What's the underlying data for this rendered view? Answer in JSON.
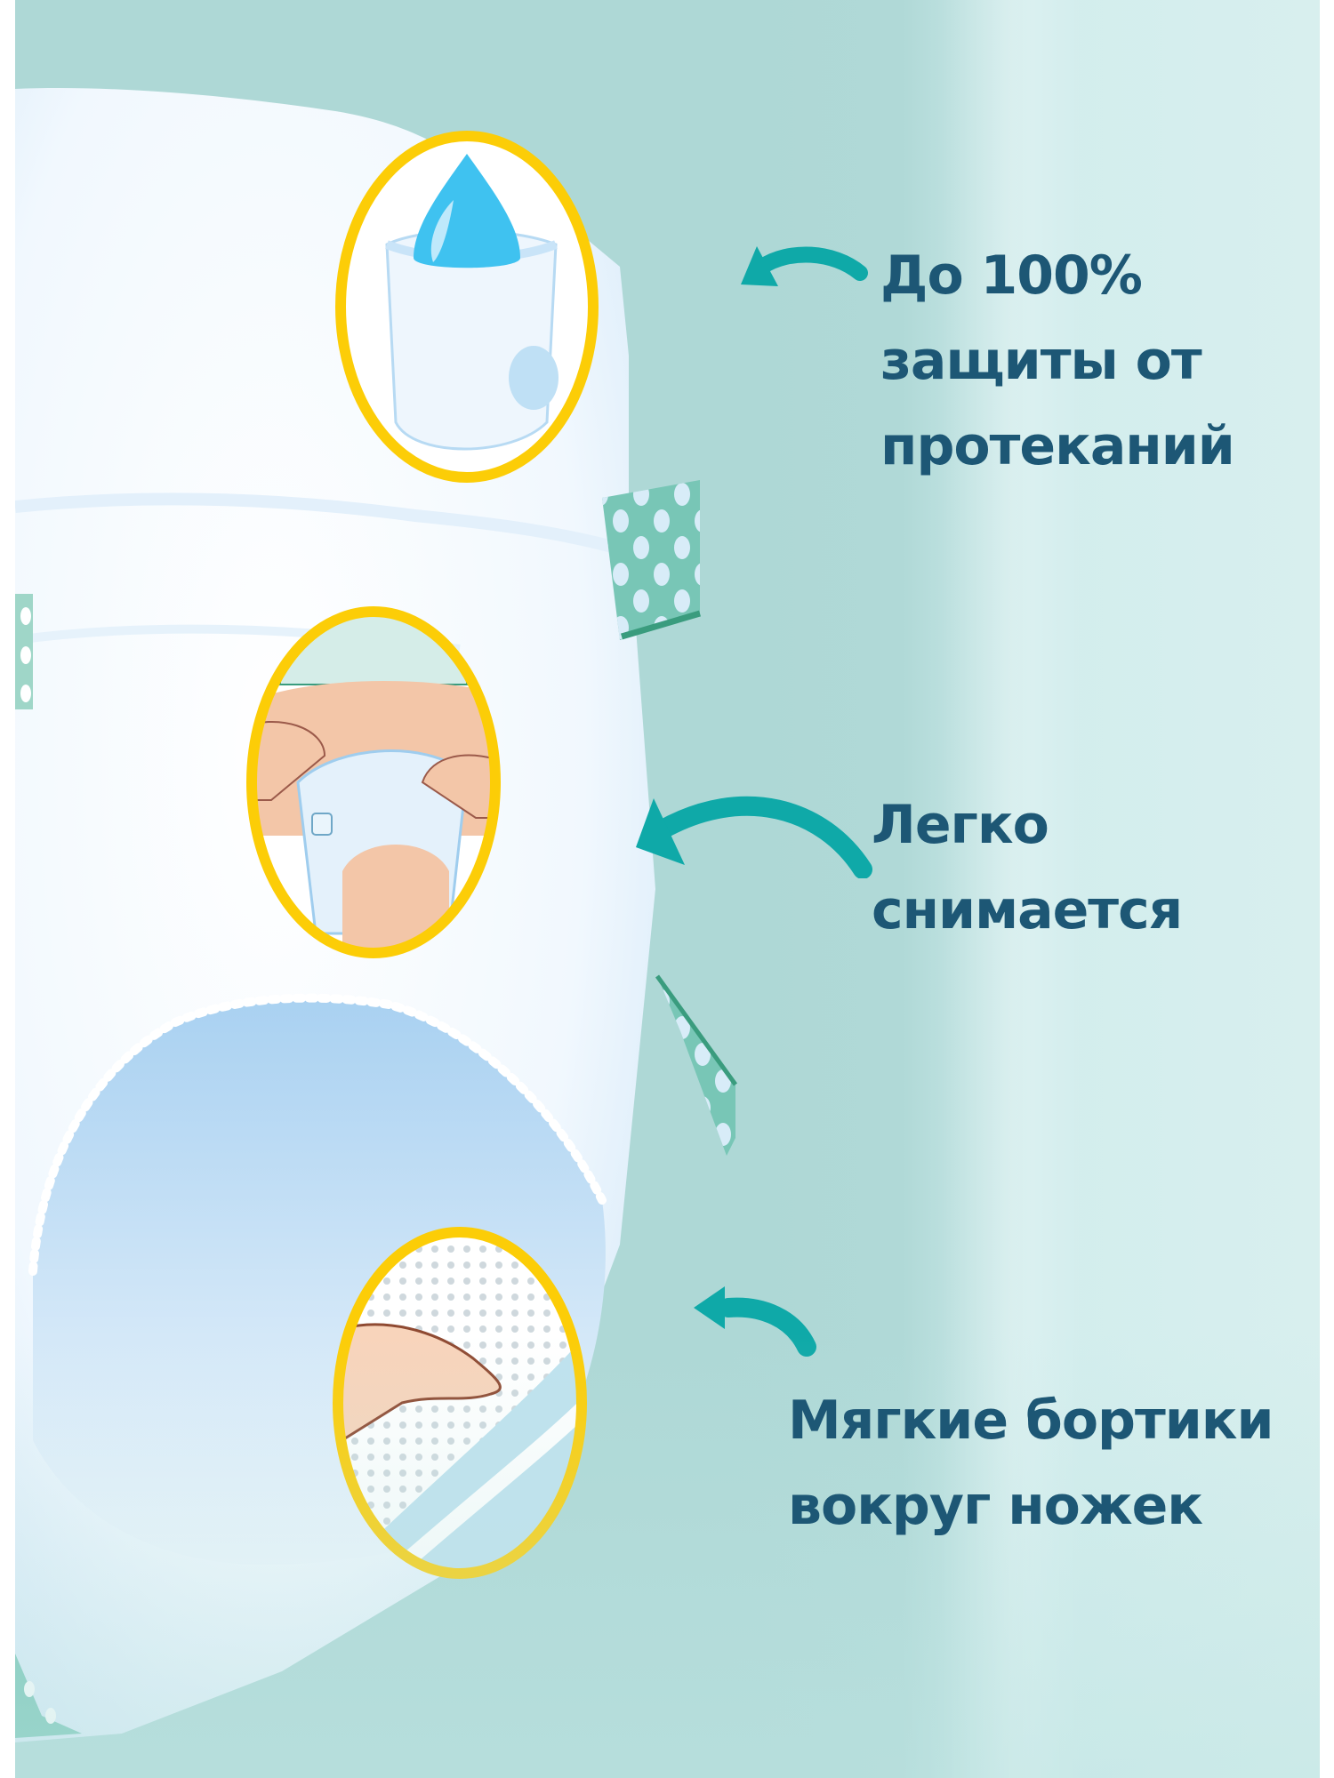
{
  "colors": {
    "background": "#aed8d6",
    "background_light": "#d8efee",
    "text": "#1d5775",
    "arrow": "#0fa9a8",
    "badge_ring": "#fccd07",
    "diaper_white": "#f6fbff",
    "diaper_blue": "#c3def3",
    "tab_green": "#6cbfae",
    "tab_stripe": "#3a9c7e",
    "water_drop": "#3fc2f0",
    "skin": "#f6cdb0"
  },
  "features": [
    {
      "id": "leak-protection",
      "icon": "water-drop-pants-icon",
      "lines": [
        "До 100%",
        "защиты от",
        "протеканий"
      ]
    },
    {
      "id": "easy-removal",
      "icon": "hands-removing-pants-icon",
      "lines": [
        "Легко",
        "снимается"
      ]
    },
    {
      "id": "soft-leg-cuffs",
      "icon": "finger-leg-cuff-icon",
      "lines": [
        "Мягкие бортики",
        "вокруг ножек"
      ]
    }
  ]
}
